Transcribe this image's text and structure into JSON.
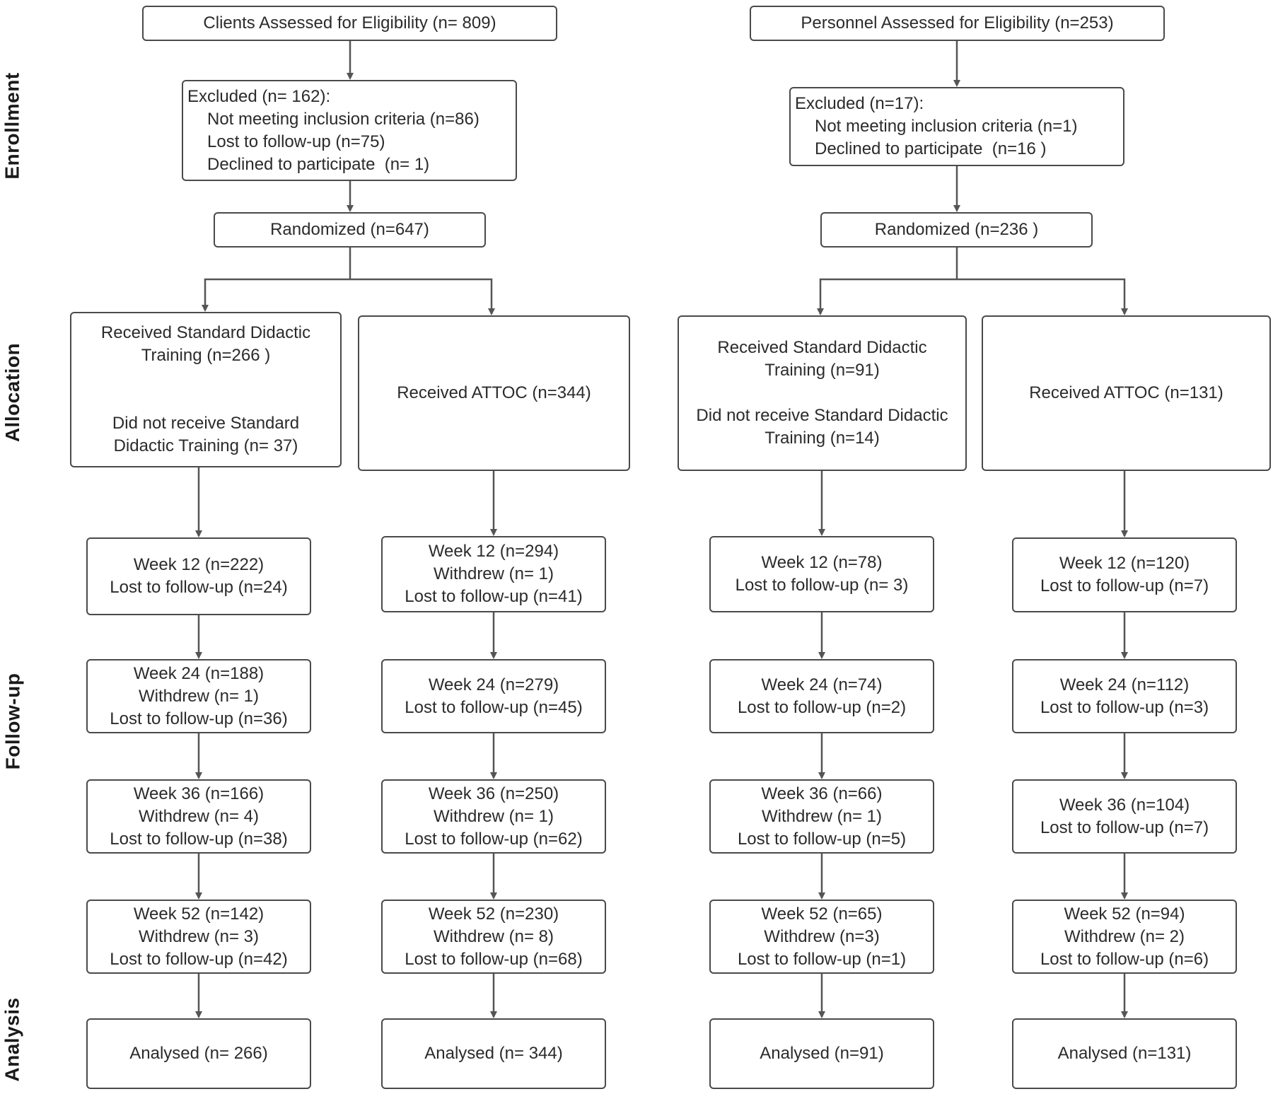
{
  "phases": {
    "enrollment": "Enrollment",
    "allocation": "Allocation",
    "followup": "Follow-up",
    "analysis": "Analysis"
  },
  "clients": {
    "assessed": "Clients Assessed for Eligibility (n= 809)",
    "excluded": {
      "title": "Excluded (n= 162):",
      "items": [
        "Not meeting inclusion criteria (n=86)",
        "Lost to follow-up (n=75)",
        "Declined to participate  (n= 1)"
      ]
    },
    "randomized": "Randomized (n=647)",
    "standard": {
      "allocation": [
        "Received Standard Didactic",
        "Training (n=266 )",
        "",
        "",
        "Did not receive Standard",
        "Didactic Training (n= 37)"
      ],
      "week12": [
        "Week 12 (n=222)",
        "Lost to follow-up (n=24)"
      ],
      "week24": [
        "Week 24 (n=188)",
        "Withdrew (n= 1)",
        "Lost to follow-up (n=36)"
      ],
      "week36": [
        "Week 36 (n=166)",
        "Withdrew (n= 4)",
        "Lost to follow-up (n=38)"
      ],
      "week52": [
        "Week 52 (n=142)",
        "Withdrew (n= 3)",
        "Lost to follow-up (n=42)"
      ],
      "analysed": "Analysed (n= 266)"
    },
    "attoc": {
      "allocation": [
        "Received ATTOC (n=344)"
      ],
      "week12": [
        "Week 12 (n=294)",
        "Withdrew (n= 1)",
        "Lost to follow-up (n=41)"
      ],
      "week24": [
        "Week 24 (n=279)",
        "Lost to follow-up (n=45)"
      ],
      "week36": [
        "Week 36 (n=250)",
        "Withdrew (n= 1)",
        "Lost to follow-up (n=62)"
      ],
      "week52": [
        "Week 52 (n=230)",
        "Withdrew (n= 8)",
        "Lost to follow-up (n=68)"
      ],
      "analysed": "Analysed (n= 344)"
    }
  },
  "personnel": {
    "assessed": "Personnel Assessed for Eligibility (n=253)",
    "excluded": {
      "title": "Excluded (n=17):",
      "items": [
        "Not meeting inclusion criteria (n=1)",
        "Declined to participate  (n=16 )"
      ]
    },
    "randomized": "Randomized (n=236 )",
    "standard": {
      "allocation": [
        "Received Standard Didactic",
        "Training (n=91)",
        "",
        "Did not receive Standard Didactic",
        "Training (n=14)"
      ],
      "week12": [
        "Week 12 (n=78)",
        "Lost to follow-up (n= 3)"
      ],
      "week24": [
        "Week 24 (n=74)",
        "Lost to follow-up (n=2)"
      ],
      "week36": [
        "Week 36 (n=66)",
        "Withdrew (n= 1)",
        "Lost to follow-up (n=5)"
      ],
      "week52": [
        "Week 52 (n=65)",
        "Withdrew (n=3)",
        "Lost to follow-up (n=1)"
      ],
      "analysed": "Analysed (n=91)"
    },
    "attoc": {
      "allocation": [
        "Received ATTOC (n=131)"
      ],
      "week12": [
        "Week 12 (n=120)",
        "Lost to follow-up (n=7)"
      ],
      "week24": [
        "Week 24 (n=112)",
        "Lost to follow-up (n=3)"
      ],
      "week36": [
        "Week 36 (n=104)",
        "Lost to follow-up (n=7)"
      ],
      "week52": [
        "Week 52 (n=94)",
        "Withdrew (n= 2)",
        "Lost to follow-up (n=6)"
      ],
      "analysed": "Analysed (n=131)"
    }
  }
}
